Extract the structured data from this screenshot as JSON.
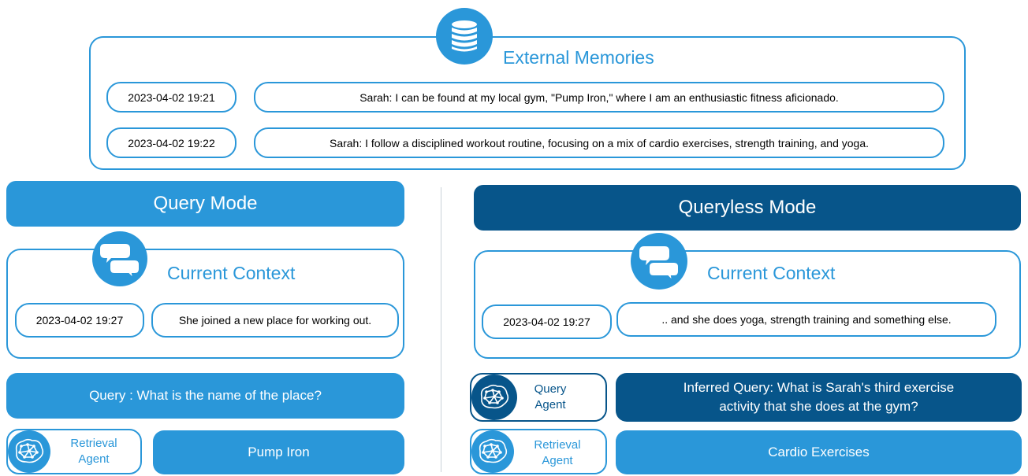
{
  "external_memories": {
    "title": "External Memories",
    "icon": "database-icon",
    "entries": [
      {
        "timestamp": "2023-04-02 19:21",
        "text": "Sarah: I can be found at my local gym, \"Pump Iron,\" where I am an enthusiastic fitness aficionado."
      },
      {
        "timestamp": "2023-04-02 19:22",
        "text": "Sarah: I follow a disciplined workout routine, focusing on a mix of cardio exercises, strength training, and yoga."
      }
    ]
  },
  "query_mode": {
    "title": "Query Mode",
    "context": {
      "title": "Current Context",
      "icon": "chat-bubbles-icon",
      "timestamp": "2023-04-02 19:27",
      "text": "She joined a new place for working out."
    },
    "query": "Query : What is the name of the place?",
    "retrieval_agent": {
      "line1": "Retrieval",
      "line2": "Agent",
      "icon": "brain-network-icon"
    },
    "answer": "Pump Iron"
  },
  "queryless_mode": {
    "title": "Queryless Mode",
    "context": {
      "title": "Current Context",
      "icon": "chat-bubbles-icon",
      "timestamp": "2023-04-02 19:27",
      "text": ".. and she does yoga, strength training and something else."
    },
    "query_agent": {
      "line1": "Query",
      "line2": "Agent",
      "icon": "brain-network-icon"
    },
    "inferred_query_line1": "Inferred Query: What is Sarah's third exercise",
    "inferred_query_line2": "activity that she does at the gym?",
    "retrieval_agent": {
      "line1": "Retrieval",
      "line2": "Agent",
      "icon": "brain-network-icon"
    },
    "answer": "Cardio Exercises"
  },
  "colors": {
    "light_blue": "#2a97d9",
    "dark_blue": "#07558a",
    "divider": "#c9d2d8"
  }
}
